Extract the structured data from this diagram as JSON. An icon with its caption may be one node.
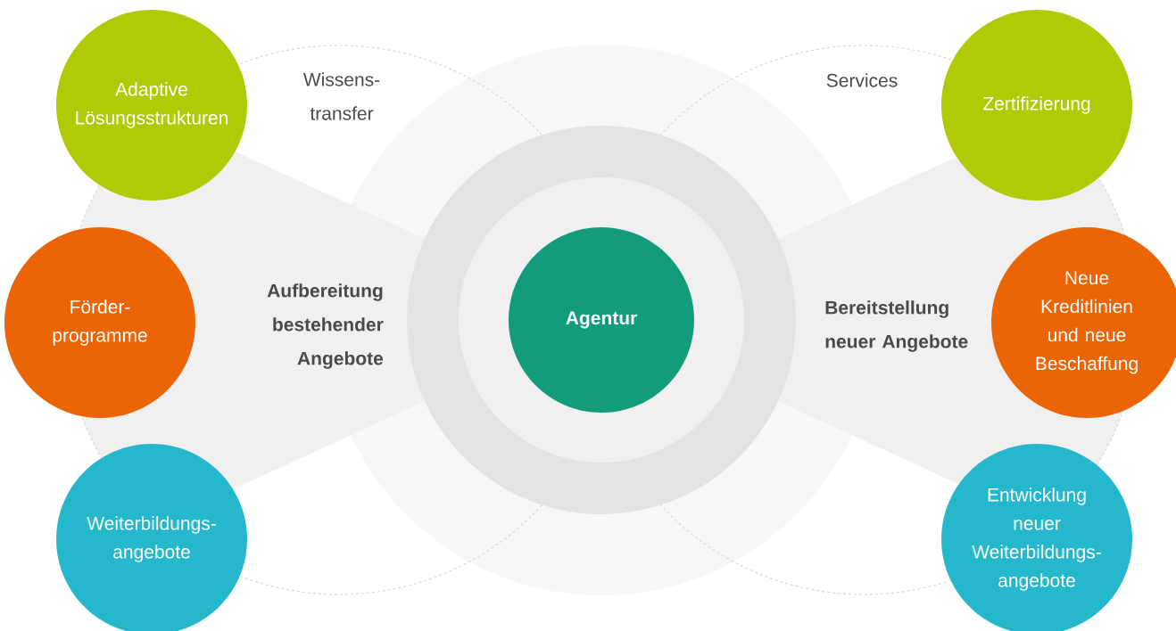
{
  "diagram": {
    "nodes": [
      {
        "text": [
          "Agentur"
        ]
      },
      {
        "text": [
          "Adaptive Lösungsstrukturen"
        ]
      },
      {
        "text": [
          "Förder- programme"
        ]
      },
      {
        "text": [
          "Weiterbildungs- angebote"
        ]
      },
      {
        "text": [
          "Zertifizierung"
        ]
      },
      {
        "text": [
          "Neue Kreditlinien und neue Beschaffung"
        ]
      },
      {
        "text": [
          "Entwicklung neuer Weiterbildungs- angebote"
        ]
      }
    ],
    "labels": [
      "Wissens- transfer",
      "Services",
      "Aufbereitung bestehender Angebote",
      "Bereitstellung neuer Angebote"
    ]
  }
}
